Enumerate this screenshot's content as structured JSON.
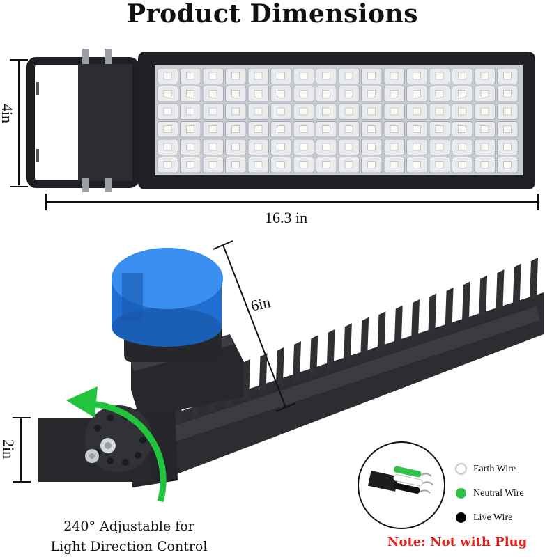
{
  "title": "Product Dimensions",
  "dimensions": {
    "height": "4in",
    "length": "16.3 in",
    "depth": "6in",
    "bracket": "2in"
  },
  "adjustment": {
    "line1": "240° Adjustable for",
    "line2": "Light Direction Control"
  },
  "wires": [
    {
      "label": "Earth Wire",
      "color": "#ffffff"
    },
    {
      "label": "Neutral Wire",
      "color": "#2ec24a"
    },
    {
      "label": "Live Wire",
      "color": "#000000"
    }
  ],
  "note": "Note: Not with Plug",
  "colors": {
    "housing": "#2b2d30",
    "photocell": "#1f6fd1",
    "arrow": "#22c33d",
    "note": "#e0201c"
  }
}
